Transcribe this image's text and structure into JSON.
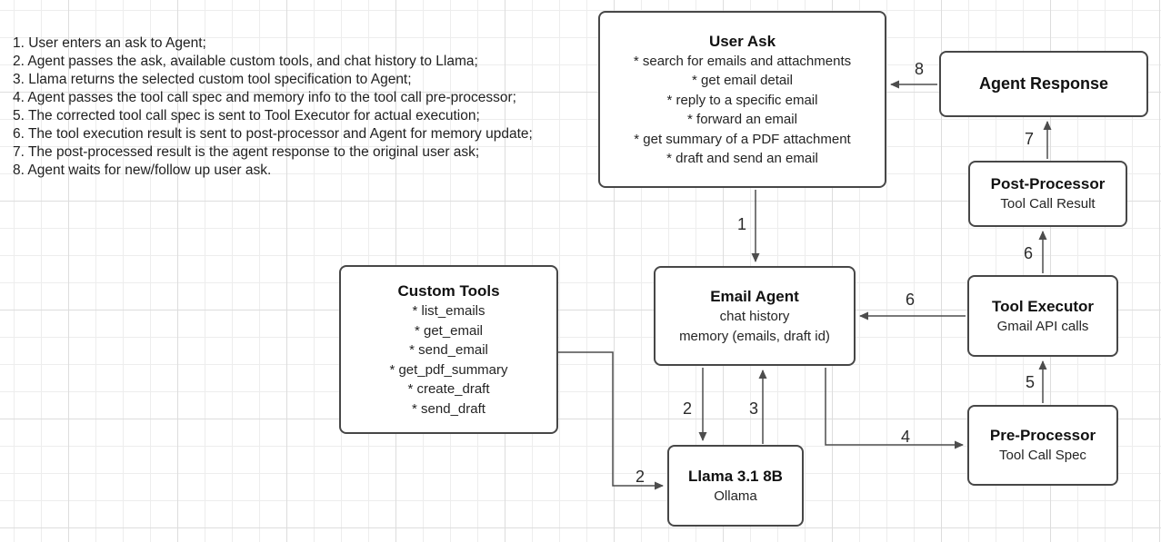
{
  "notes": {
    "steps": [
      "1. User enters an ask to Agent;",
      "2. Agent passes the ask, available custom tools, and chat history to Llama;",
      "3. Llama returns the selected custom tool specification to Agent;",
      "4. Agent passes the tool call spec and memory info to the tool call pre-processor;",
      "5. The corrected tool call spec is sent to Tool Executor for actual execution;",
      "6. The tool execution result is sent to post-processor and Agent for memory update;",
      "7. The post-processed result is the agent response to the original user ask;",
      "8. Agent waits for new/follow up user ask."
    ]
  },
  "boxes": {
    "user_ask": {
      "title": "User Ask",
      "items": [
        "* search for emails and attachments",
        "* get email detail",
        "* reply to a specific email",
        "* forward an email",
        "* get summary of a PDF attachment",
        "* draft and send an email"
      ]
    },
    "agent_response": {
      "title": "Agent Response"
    },
    "post_processor": {
      "title": "Post-Processor",
      "subtitle": "Tool Call Result"
    },
    "tool_executor": {
      "title": "Tool Executor",
      "subtitle": "Gmail API calls"
    },
    "pre_processor": {
      "title": "Pre-Processor",
      "subtitle": "Tool Call Spec"
    },
    "email_agent": {
      "title": "Email Agent",
      "lines": [
        "chat history",
        "memory (emails, draft id)"
      ]
    },
    "custom_tools": {
      "title": "Custom Tools",
      "items": [
        "* list_emails",
        "* get_email",
        "* send_email",
        "* get_pdf_summary",
        "* create_draft",
        "* send_draft"
      ]
    },
    "llama": {
      "title": "Llama 3.1 8B",
      "subtitle": "Ollama"
    }
  },
  "edges": {
    "e1": "1",
    "e2_agent_to_llama": "2",
    "e2_tools_to_llama": "2",
    "e3": "3",
    "e4": "4",
    "e5": "5",
    "e6_to_postprocessor": "6",
    "e6_to_agent": "6",
    "e7": "7",
    "e8": "8"
  },
  "colors": {
    "stroke": "#474747",
    "edge": "#4d4d4d",
    "grid_minor": "#ededed",
    "grid_major": "#dddddd",
    "box_fill": "#ffffff",
    "text": "#1c1c1c"
  }
}
